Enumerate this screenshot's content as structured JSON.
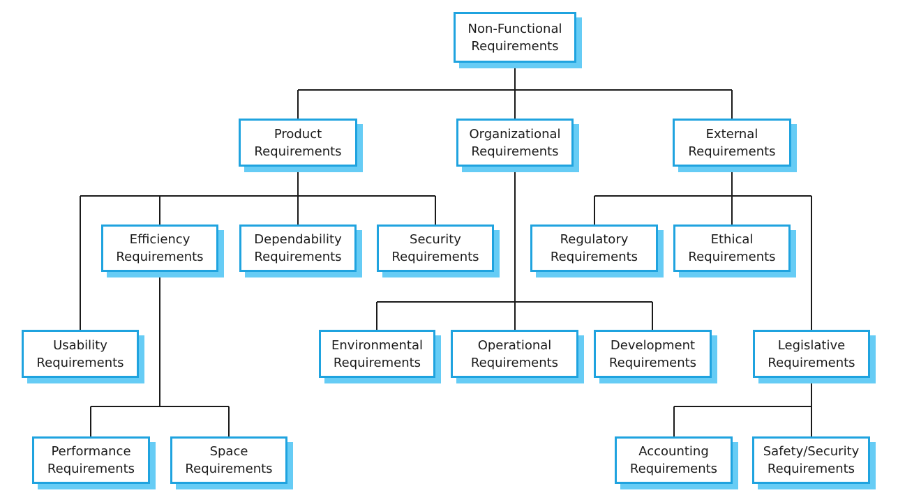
{
  "colors": {
    "border": "#1fa3df",
    "shadow": "#66ccf5",
    "line": "#1a1a1a",
    "text": "#1a1a1a"
  },
  "nodes": {
    "non_functional": [
      "Non-Functional",
      "Requirements"
    ],
    "product": [
      "Product",
      "Requirements"
    ],
    "organizational": [
      "Organizational",
      "Requirements"
    ],
    "external": [
      "External",
      "Requirements"
    ],
    "efficiency": [
      "Efficiency",
      "Requirements"
    ],
    "dependability": [
      "Dependability",
      "Requirements"
    ],
    "security": [
      "Security",
      "Requirements"
    ],
    "regulatory": [
      "Regulatory",
      "Requirements"
    ],
    "ethical": [
      "Ethical",
      "Requirements"
    ],
    "usability": [
      "Usability",
      "Requirements"
    ],
    "environmental": [
      "Environmental",
      "Requirements"
    ],
    "operational": [
      "Operational",
      "Requirements"
    ],
    "development": [
      "Development",
      "Requirements"
    ],
    "legislative": [
      "Legislative",
      "Requirements"
    ],
    "performance": [
      "Performance",
      "Requirements"
    ],
    "space": [
      "Space",
      "Requirements"
    ],
    "accounting": [
      "Accounting",
      "Requirements"
    ],
    "safety_security": [
      "Safety/Security",
      "Requirements"
    ]
  }
}
